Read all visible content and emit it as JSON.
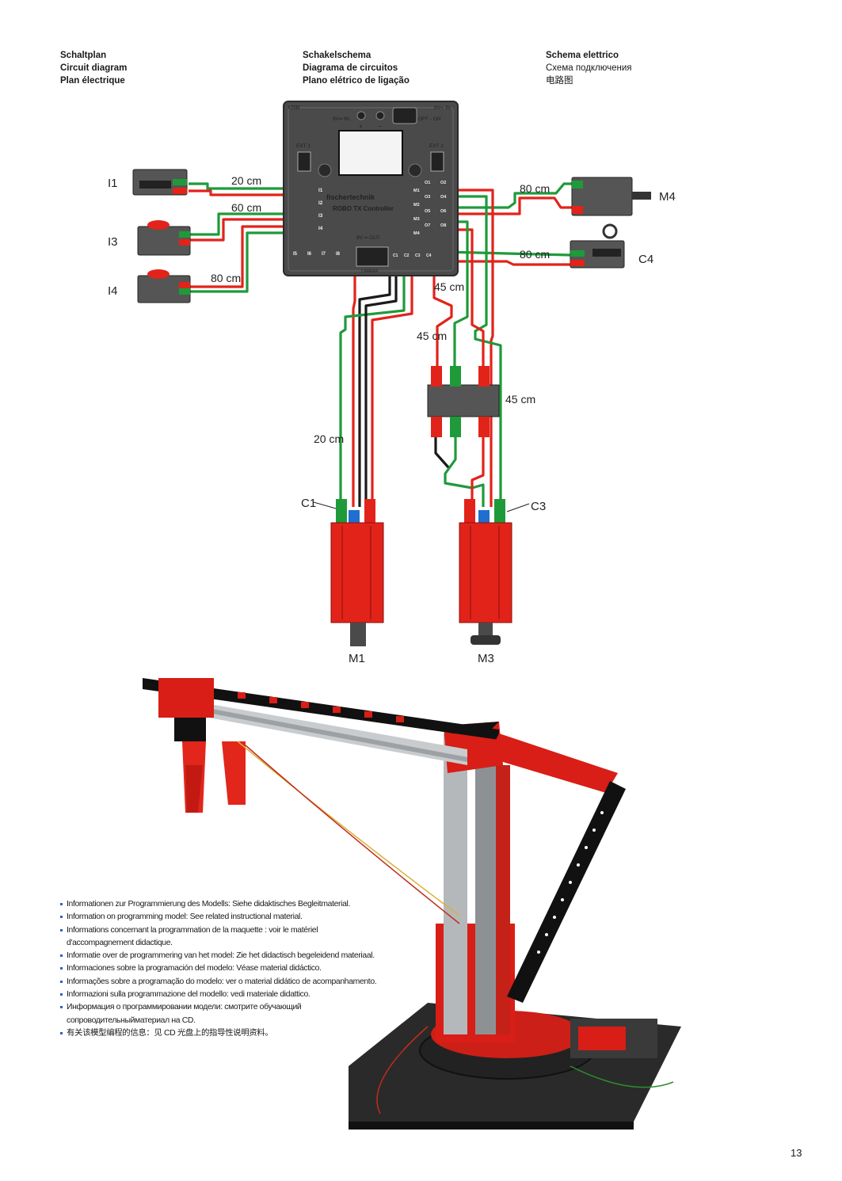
{
  "headers": {
    "col1": [
      "Schaltplan",
      "Circuit diagram",
      "Plan électrique"
    ],
    "col2": [
      "Schakelschema",
      "Diagrama de circuitos",
      "Plano elétrico de ligação"
    ],
    "col3": [
      "Schema elettrico",
      "Схема подключения",
      "电路图"
    ]
  },
  "controller": {
    "brand": "fischertechnik",
    "model": "ROBO TX Controller",
    "usb": "USB",
    "power_in_left": "9V═ IN",
    "power_in_right": "9V═ IN",
    "switch_label": "OFF - ON",
    "plus": "+",
    "minus": "−",
    "ext1": "EXT 1",
    "ext2": "EXT 2",
    "inputs": [
      "I1",
      "I2",
      "I3",
      "I4"
    ],
    "inputs_bottom": [
      "I5",
      "I6",
      "I7",
      "I8"
    ],
    "outputs": [
      "O1",
      "O2",
      "M1",
      "O3",
      "O4",
      "M2",
      "O5",
      "O6",
      "M3",
      "O7",
      "O8",
      "M4"
    ],
    "out_label": "9V ═ OUT",
    "camera": "CAMERA",
    "counters": [
      "C1",
      "C2",
      "C3",
      "C4"
    ]
  },
  "components": {
    "I1": "I1",
    "I3": "I3",
    "I4": "I4",
    "M4": "M4",
    "C4": "C4",
    "C1": "C1",
    "C3": "C3",
    "M1": "M1",
    "M3": "M3"
  },
  "cables": {
    "i1": "20 cm",
    "i3": "60 cm",
    "i4": "80 cm",
    "m4": "80 cm",
    "c4": "80 cm",
    "m3_a": "45 cm",
    "m3_b": "45 cm",
    "m3_c": "45 cm",
    "m1": "20 cm"
  },
  "info": [
    {
      "lines": [
        "Informationen zur Programmierung des Modells: Siehe didaktisches Begleitmaterial."
      ]
    },
    {
      "lines": [
        "Information on programming model: See related instructional material."
      ]
    },
    {
      "lines": [
        "Informations concernant la programmation de la maquette : voir le matériel",
        "d'accompagnement didactique."
      ]
    },
    {
      "lines": [
        "Informatie over de programmering van het model: Zie het didactisch begeleidend materiaal."
      ]
    },
    {
      "lines": [
        "Informaciones sobre la programación del modelo: Véase material didáctico."
      ]
    },
    {
      "lines": [
        "Informações sobre a programação do modelo: ver o material didático de acompanhamento."
      ]
    },
    {
      "lines": [
        "Informazioni sulla programmazione del modello: vedi materiale didattico."
      ]
    },
    {
      "lines": [
        "Информация о программировании модели: смотрите обучающий",
        "сопроводительныйматериал на CD."
      ]
    },
    {
      "lines": [
        "有关该模型编程的信息：见 CD 光盘上的指导性说明资料。"
      ]
    }
  ],
  "page_number": "13",
  "colors": {
    "red": "#e2231a",
    "green": "#1f9a3a",
    "black": "#1a1a1a",
    "grey": "#4a4a4a",
    "blue": "#1f6fd1"
  }
}
